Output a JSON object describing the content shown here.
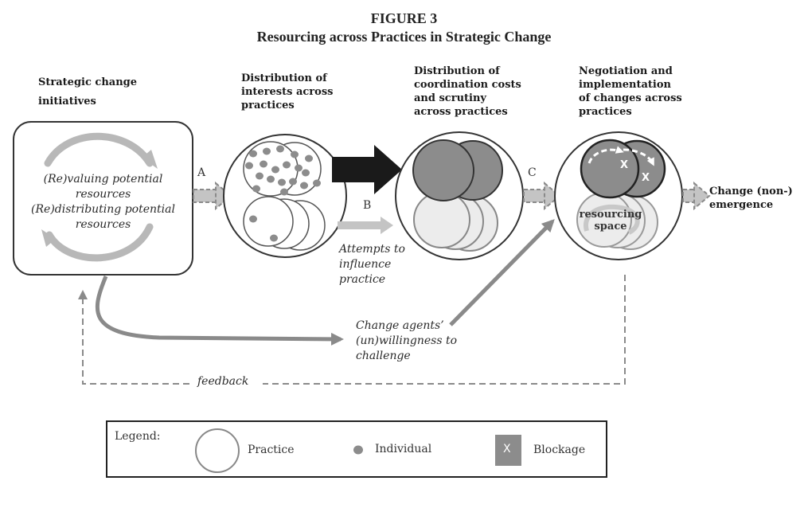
{
  "figure": {
    "number": "FIGURE 3",
    "title": "Resourcing across Practices in Strategic Change"
  },
  "stages": {
    "initiatives_header": "Strategic change initiatives",
    "interests_header": "Distribution of interests across practices",
    "coordination_header": "Distribution of coordination costs and scrutiny across practices",
    "negotiation_header": "Negotiation and implementation of changes across practices",
    "outcome_label": "Change (non-) emergence"
  },
  "initiative_box": {
    "line1": "(Re)valuing potential",
    "line2": "resources",
    "line3": "(Re)distributing potential",
    "line4": "resources"
  },
  "arrows": {
    "a_label": "A",
    "b_label": "B",
    "c_label": "C",
    "attempts_line1": "Attempts to",
    "attempts_line2": "influence",
    "attempts_line3": "practice",
    "agents_line1": "Change agents’",
    "agents_line2": "(un)willingness to",
    "agents_line3": "challenge",
    "feedback_label": "feedback"
  },
  "negotiation": {
    "space_line1": "resourcing",
    "space_line2": "space",
    "blockage_mark": "X"
  },
  "legend": {
    "title": "Legend:",
    "practice_label": "Practice",
    "individual_label": "Individual",
    "blockage_label": "Blockage",
    "blockage_symbol": "X"
  },
  "colors": {
    "dark_fill": "#8c8c8c",
    "light_fill": "#ececec",
    "arrow_gray": "#a6a6a6",
    "outline": "#333333",
    "big_arrow": "#1a1a1a"
  }
}
